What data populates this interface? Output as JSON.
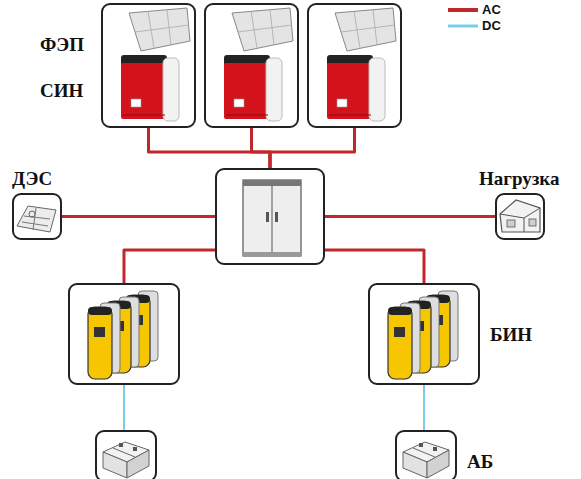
{
  "diagram": {
    "nodes": [
      {
        "text": [
          "ФЭП",
          "СИН"
        ]
      },
      {
        "text": []
      },
      {
        "text": []
      },
      {
        "text": []
      },
      {
        "text": [
          "ДЭС"
        ]
      },
      {
        "text": [
          "Нагрузка"
        ]
      },
      {
        "text": []
      },
      {
        "text": [
          "БИН"
        ]
      },
      {
        "text": []
      },
      {
        "text": [
          "АБ"
        ]
      }
    ],
    "edges": [
      {
        "from": 0,
        "to": 3,
        "arrow": "none"
      },
      {
        "from": 1,
        "to": 3,
        "arrow": "none"
      },
      {
        "from": 2,
        "to": 3,
        "arrow": "none"
      },
      {
        "from": 4,
        "to": 3,
        "arrow": "none"
      },
      {
        "from": 3,
        "to": 5,
        "arrow": "none"
      },
      {
        "from": 6,
        "to": 3,
        "arrow": "none"
      },
      {
        "from": 7,
        "to": 3,
        "arrow": "none"
      },
      {
        "from": 6,
        "to": 8,
        "arrow": "none"
      },
      {
        "from": 7,
        "to": 9,
        "arrow": "none"
      }
    ],
    "legend": [
      {
        "text": "AC"
      },
      {
        "text": "DC"
      }
    ]
  }
}
